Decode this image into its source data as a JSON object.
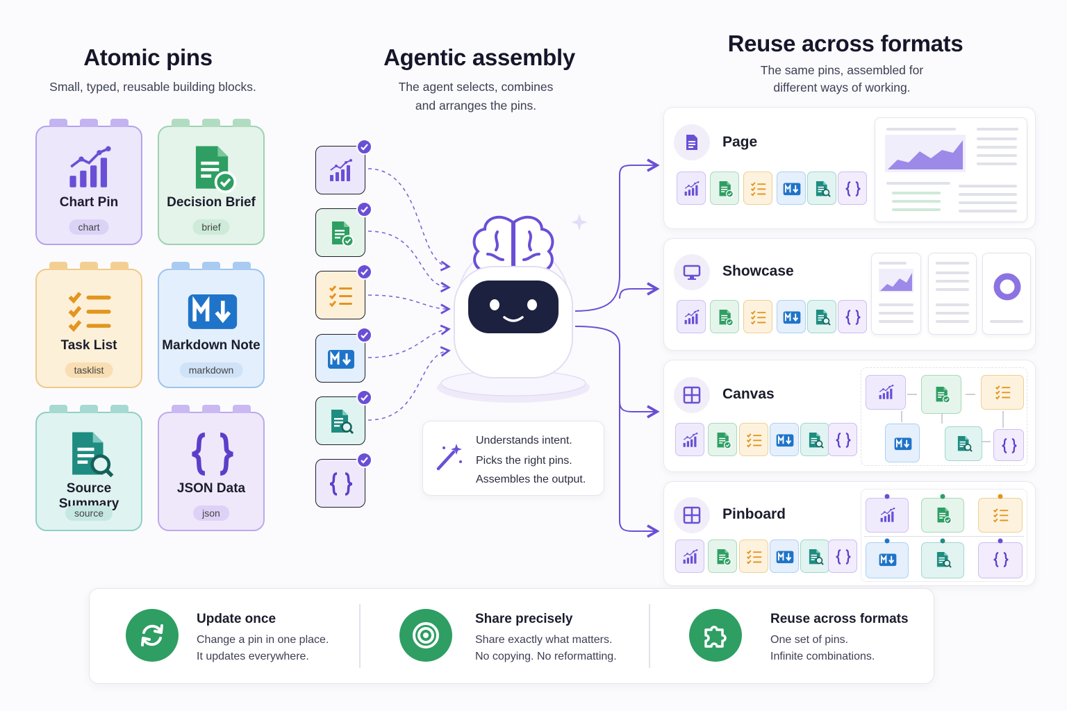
{
  "columns": {
    "atomic": {
      "title": "Atomic pins",
      "subtitle": "Small, typed, reusable building blocks."
    },
    "assembly": {
      "title": "Agentic assembly",
      "subtitle_line1": "The agent selects, combines",
      "subtitle_line2": "and arranges the pins."
    },
    "reuse": {
      "title": "Reuse across formats",
      "subtitle_line1": "The same pins, assembled for",
      "subtitle_line2": "different ways of working."
    }
  },
  "pins": [
    {
      "name": "Chart Pin",
      "tag": "chart",
      "icon": "bar-chart-icon",
      "color": "#6a4fd6"
    },
    {
      "name": "Decision Brief",
      "tag": "brief",
      "icon": "document-check-icon",
      "color": "#2e9e63"
    },
    {
      "name": "Task List",
      "tag": "tasklist",
      "icon": "checklist-icon",
      "color": "#e3951e"
    },
    {
      "name": "Markdown Note",
      "tag": "markdown",
      "icon": "markdown-icon",
      "color": "#1f74c9"
    },
    {
      "name": "Source Summary",
      "tag": "source",
      "icon": "document-search-icon",
      "color": "#1e8c80"
    },
    {
      "name": "JSON Data",
      "tag": "json",
      "icon": "braces-icon",
      "color": "#5b3fc9"
    }
  ],
  "agent": {
    "capabilities": [
      "Understands intent.",
      "Picks the right pins.",
      "Assembles the output."
    ],
    "icon": "magic-wand-icon"
  },
  "formats": [
    {
      "name": "Page",
      "icon": "page-icon"
    },
    {
      "name": "Showcase",
      "icon": "monitor-icon"
    },
    {
      "name": "Canvas",
      "icon": "grid-icon"
    },
    {
      "name": "Pinboard",
      "icon": "grid-icon"
    }
  ],
  "benefits": [
    {
      "title": "Update once",
      "line1": "Change a pin in one place.",
      "line2": "It updates everywhere.",
      "icon": "refresh-icon"
    },
    {
      "title": "Share precisely",
      "line1": "Share exactly what matters.",
      "line2": "No copying. No reformatting.",
      "icon": "target-icon"
    },
    {
      "title": "Reuse across formats",
      "line1": "One set of pins.",
      "line2": "Infinite combinations.",
      "icon": "puzzle-icon"
    }
  ],
  "colors": {
    "accent": "#6a4fd6",
    "green": "#2e9e63",
    "orange": "#e3951e",
    "blue": "#1f74c9",
    "teal": "#1e8c80"
  }
}
